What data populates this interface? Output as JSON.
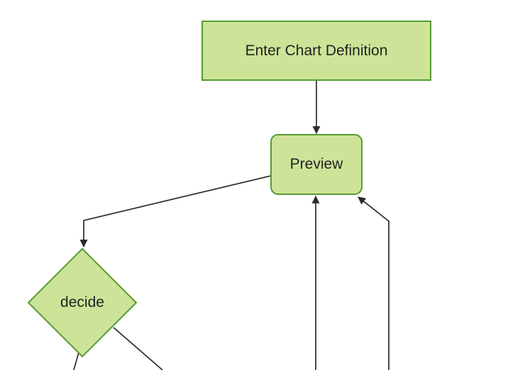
{
  "diagram": {
    "type": "flowchart",
    "background_color": "#ffffff",
    "node_fill": "#cde498",
    "node_border": "#569a33",
    "edge_color": "#2b2b2b",
    "text_color": "#222222",
    "nodes": [
      {
        "id": "enter-chart-definition",
        "label": "Enter Chart Definition",
        "shape": "rectangle"
      },
      {
        "id": "preview",
        "label": "Preview",
        "shape": "rounded-rectangle"
      },
      {
        "id": "decide",
        "label": "decide",
        "shape": "diamond"
      }
    ],
    "edges": [
      {
        "from": "enter-chart-definition",
        "to": "preview",
        "arrowhead": true
      },
      {
        "from": "preview",
        "to": "decide",
        "arrowhead": true
      },
      {
        "from": "decide",
        "to": "offscreen-bottom-left",
        "arrowhead": false
      },
      {
        "from": "decide",
        "to": "offscreen-bottom-right",
        "arrowhead": false
      },
      {
        "from": "offscreen-bottom",
        "to": "preview",
        "arrowhead": true
      },
      {
        "from": "offscreen-bottom-right",
        "to": "preview",
        "arrowhead": true
      }
    ]
  }
}
